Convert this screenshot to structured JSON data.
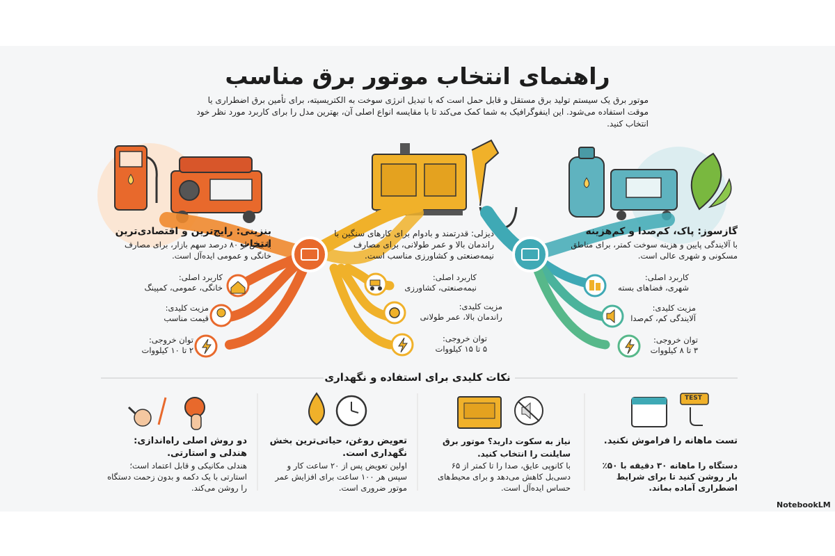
{
  "title": "راهنمای انتخاب موتور برق مناسب",
  "intro": "موتور برق یک سیستم تولید برق مستقل و قابل حمل است که با تبدیل انرژی سوخت به الکتریسیته، برای تأمین برق اضطراری یا موقت استفاده می‌شود. این اینفوگرافیک به شما کمک می‌کند تا با مقایسه انواع اصلی آن، بهترین مدل را برای کاربرد مورد نظر خود انتخاب کنید.",
  "columns": {
    "petrol": {
      "title": "بنزینی: رایج‌ترین و اقتصادی‌ترین انتخاب",
      "desc": "با بیش از ۸۰ درصد سهم بازار، برای مصارف خانگی و عمومی ایده‌آل است.",
      "items": [
        {
          "label": "کاربرد اصلی:",
          "value": "خانگی، عمومی، کمپینگ",
          "icon": "house-icon"
        },
        {
          "label": "مزیت کلیدی:",
          "value": "قیمت مناسب",
          "icon": "coin-hand-icon"
        },
        {
          "label": "توان خروجی:",
          "value": "۲ تا ۱۰ کیلووات",
          "icon": "lightning-icon"
        }
      ],
      "color": "#e8692c"
    },
    "diesel": {
      "title": "دیزلی: قدرتمند و بادوام برای کارهای سنگین",
      "desc": "با راندمان بالا و عمر طولانی، برای مصارف نیمه‌صنعتی و کشاورزی مناسب است.",
      "items": [
        {
          "label": "کاربرد اصلی:",
          "value": "نیمه‌صنعتی، کشاورزی",
          "icon": "tractor-icon"
        },
        {
          "label": "مزیت کلیدی:",
          "value": "راندمان بالا، عمر طولانی",
          "icon": "gear-icon"
        },
        {
          "label": "توان خروجی:",
          "value": "۵ تا ۱۵ کیلووات",
          "icon": "lightning-icon"
        }
      ],
      "color": "#f0b12a"
    },
    "gas": {
      "title": "گازسوز: پاک، کم‌صدا و کم‌هزینه",
      "desc": "با آلایندگی پایین و هزینه سوخت کمتر، برای مناطق مسکونی و شهری عالی است.",
      "items": [
        {
          "label": "کاربرد اصلی:",
          "value": "شهری، فضاهای بسته",
          "icon": "buildings-icon"
        },
        {
          "label": "مزیت کلیدی:",
          "value": "آلایندگی کم، کم‌صدا",
          "icon": "speaker-icon"
        },
        {
          "label": "توان خروجی:",
          "value": "۳ تا ۸ کیلووات",
          "icon": "lightning-icon"
        }
      ],
      "color": "#3fa9b5"
    }
  },
  "tips_title": "نکات کلیدی برای استفاده و نگهداری",
  "tips": [
    {
      "title": "تست ماهانه را فراموش نکنید.",
      "body": "دستگاه را ماهانه ۳۰ دقیقه با ۵۰٪ بار روشن کنید تا برای شرایط اضطراری آماده بماند.",
      "icons": [
        "calendar-icon",
        "test-plug-icon"
      ]
    },
    {
      "title": "نیاز به سکوت دارید؟ موتور برق سایلنت را انتخاب کنید.",
      "body": "با کانوپی عایق، صدا را تا کمتر از ۶۵ دسی‌بل کاهش می‌دهد و برای محیط‌های حساس ایده‌آل است.",
      "icons": [
        "silent-generator-icon",
        "mute-icon"
      ]
    },
    {
      "title": "تعویض روغن، حیاتی‌ترین بخش نگهداری است.",
      "body": "اولین تعویض پس از ۲۰ ساعت کار و سپس هر ۱۰۰ ساعت برای افزایش عمر موتور ضروری است.",
      "icons": [
        "oil-drop-icon",
        "clock-icon"
      ]
    },
    {
      "title": "دو روش اصلی راه‌اندازی: هندلی و استارتی.",
      "body": "هندلی مکانیکی و قابل اعتماد است؛ استارتی با یک دکمه و بدون زحمت دستگاه را روشن می‌کند.",
      "icons": [
        "pull-start-icon",
        "push-button-icon"
      ]
    },
    {
      "label_test": "TEST"
    }
  ],
  "test_label": "TEST",
  "brand": "NotebookLM"
}
